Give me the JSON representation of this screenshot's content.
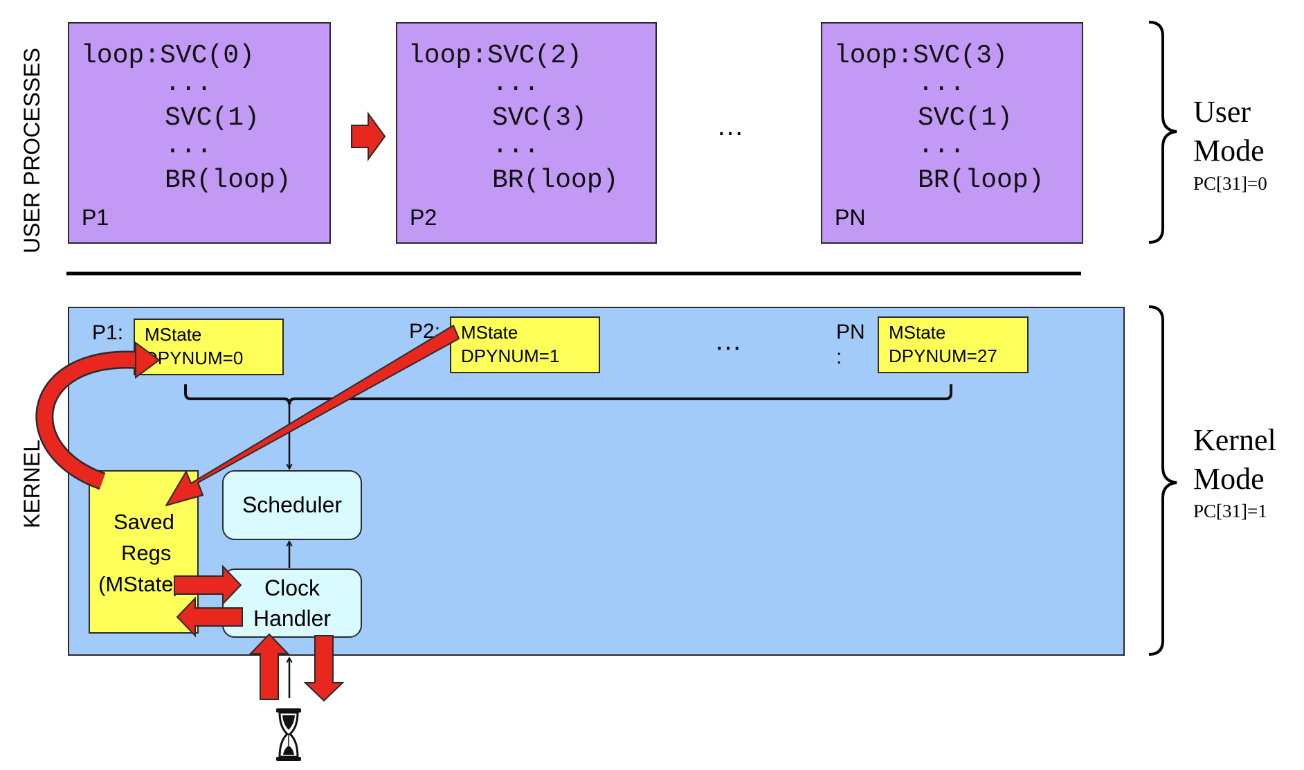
{
  "side_labels": {
    "user": "USER PROCESSES",
    "kernel": "KERNEL"
  },
  "processes": [
    {
      "id": "P1",
      "lines": [
        "loop:SVC(0)",
        "...",
        "SVC(1)",
        "...",
        "BR(loop)"
      ]
    },
    {
      "id": "P2",
      "lines": [
        "loop:SVC(2)",
        "...",
        "SVC(3)",
        "...",
        "BR(loop)"
      ]
    },
    {
      "id": "PN",
      "lines": [
        "loop:SVC(3)",
        "...",
        "SVC(1)",
        "...",
        "BR(loop)"
      ]
    }
  ],
  "ellipsis": "…",
  "modes": {
    "user": {
      "line1": "User",
      "line2": "Mode",
      "pc": "PC[31]=0"
    },
    "kernel": {
      "line1": "Kernel",
      "line2": "Mode",
      "pc": "PC[31]=1"
    }
  },
  "kernel": {
    "mstates": [
      {
        "label": "P1:",
        "title": "MState",
        "value": "DPYNUM=0"
      },
      {
        "label": "P2:",
        "title": "MState",
        "value": "DPYNUM=1"
      },
      {
        "label": "PN\n:",
        "title": "MState",
        "value": "DPYNUM=27"
      }
    ],
    "saved_regs": [
      "Saved",
      "Regs",
      "(MState)"
    ],
    "scheduler": "Scheduler",
    "clock_handler": [
      "Clock",
      "Handler"
    ]
  },
  "colors": {
    "process_fill": "#c29af5",
    "kernel_fill": "#a3cbfa",
    "mstate_fill": "#ffff59",
    "rounded_box_fill": "#d9fbff",
    "arrow_red": "#e8281e"
  },
  "icons": [
    "hourglass-icon"
  ]
}
